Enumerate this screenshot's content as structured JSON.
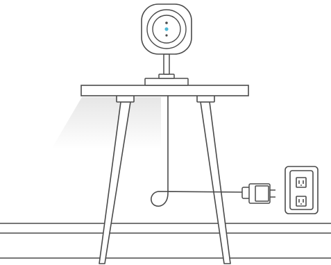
{
  "illustration": {
    "subject": "camera-on-table-with-power-adapter",
    "elements": [
      "security-camera",
      "camera-stand",
      "side-table",
      "power-cable",
      "power-adapter",
      "wall-outlet",
      "floor-baseboard"
    ]
  },
  "colors": {
    "line": "#4a4a4a",
    "fill": "#ffffff",
    "shadow": "#ececec",
    "camera_indicator": "#4fb8d6"
  }
}
